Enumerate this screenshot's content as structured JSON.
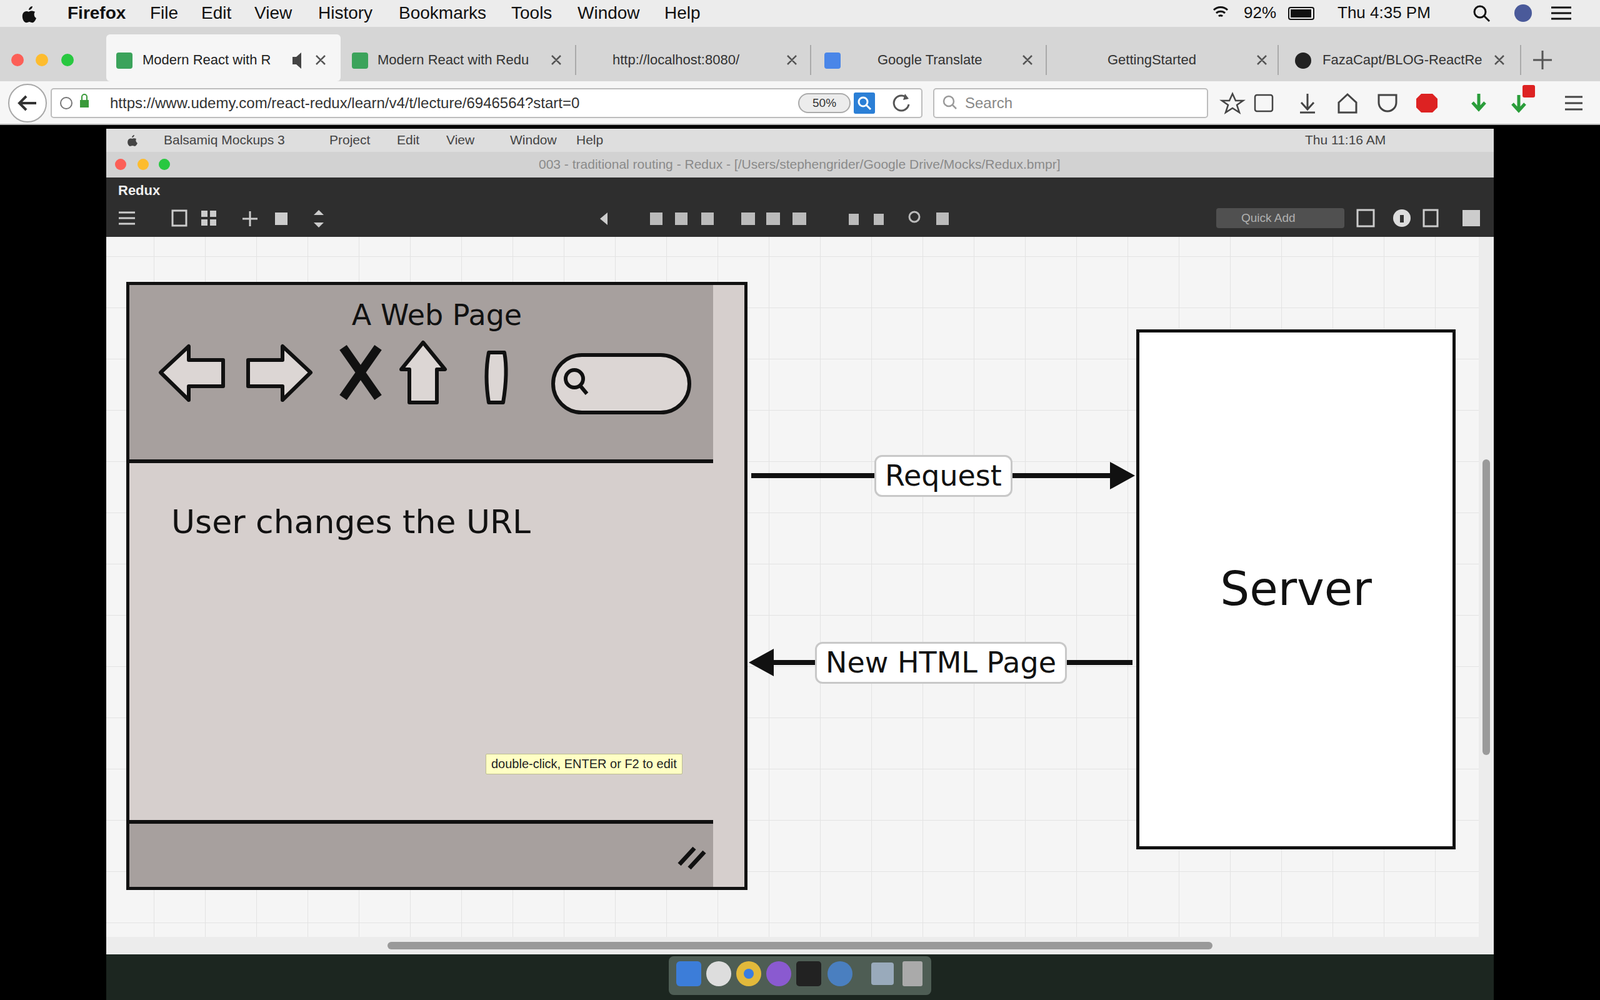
{
  "diagram": {
    "nodes": [
      {
        "text": [
          "A Web Page",
          "User changes the URL"
        ]
      },
      {
        "text": [
          "Server"
        ]
      }
    ],
    "edges": [
      {
        "from": 0,
        "to": 1,
        "arrow": "to",
        "label": "Request"
      },
      {
        "from": 1,
        "to": 0,
        "arrow": "to",
        "label": "New HTML Page"
      }
    ],
    "labels": [
      "Firefox",
      "File",
      "Edit",
      "View",
      "History",
      "Bookmarks",
      "Tools",
      "Window",
      "Help",
      "92%",
      "Thu 4:35 PM",
      "Modern React with R",
      "Modern React with Redu",
      "http://localhost:8080/",
      "Google Translate",
      "GettingStarted",
      "FazaCapt/BLOG-ReactRe",
      "https://www.udemy.com/react-redux/learn/v4/t/lecture/6946564?start=0",
      "50%",
      "Search",
      "Balsamiq Mockups 3",
      "Project",
      "Edit",
      "View",
      "Window",
      "Help",
      "Thu 11:16 AM",
      "003 - traditional routing - Redux - [/Users/stephengrider/Google Drive/Mocks/Redux.bmpr]",
      "Redux",
      "Quick Add",
      "double-click, ENTER or F2 to edit"
    ]
  }
}
